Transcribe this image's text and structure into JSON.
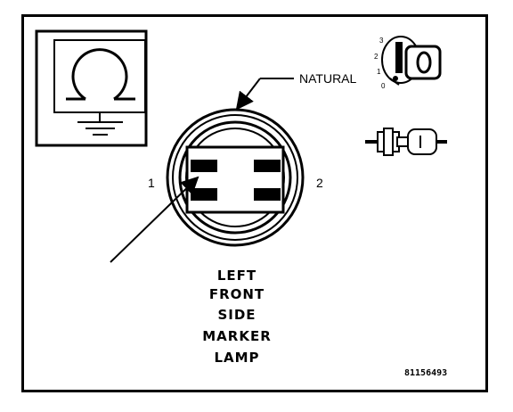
{
  "diagram": {
    "callout_label": "NATURAL",
    "pin_left": "1",
    "pin_right": "2",
    "component_name": [
      "LEFT",
      "FRONT",
      "SIDE",
      "MARKER",
      "LAMP"
    ],
    "figure_id": "81156493",
    "key_positions": [
      "3",
      "2",
      "1",
      "0"
    ]
  },
  "icons": {
    "schematic_symbol": "lamp-ground-symbol-icon",
    "ignition_key": "ignition-key-icon",
    "connector_pair": "connector-pair-icon"
  }
}
